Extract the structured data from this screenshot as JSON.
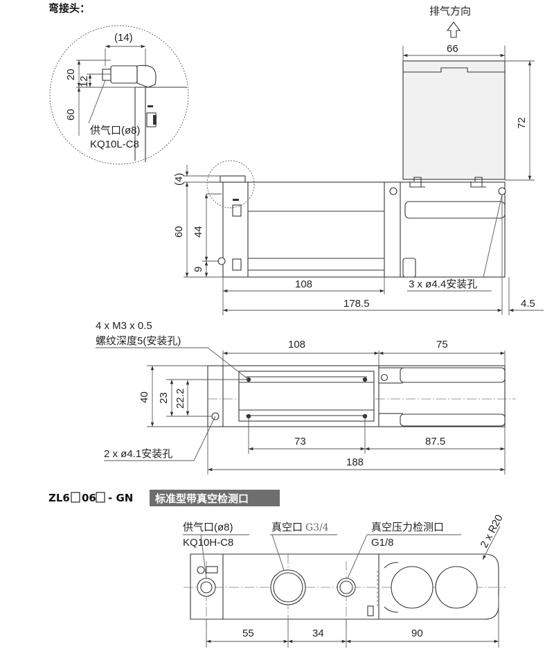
{
  "header": {
    "elbow_title": "弯接头：",
    "exhaust_label": "排气方向",
    "exhaust_arrow_icon": "up-arrow-icon"
  },
  "detail_view": {
    "dim_14": "(14)",
    "dim_20": "20",
    "dim_12": "12",
    "dim_60": "60",
    "supply_label": "供气口(ø8)",
    "fitting_code": "KQ10L-C8"
  },
  "side_view": {
    "dim_66": "66",
    "dim_72": "72",
    "dim_4": "(4)",
    "dim_60": "60",
    "dim_44": "44",
    "dim_9": "9",
    "dim_108": "108",
    "holes_label": "3 x ø4.4安装孔",
    "dim_178_5": "178.5",
    "dim_4_5": "4.5"
  },
  "top_view": {
    "thread_label": "4 x M3 x 0.5",
    "thread_depth_label": "螺纹深度5(安装孔)",
    "dim_108": "108",
    "dim_75": "75",
    "dim_40": "40",
    "dim_23": "23",
    "dim_22_2": "22.2",
    "holes_label": "2 x ø4.1安装孔",
    "dim_73": "73",
    "dim_87_5": "87.5",
    "dim_188": "188"
  },
  "model_section": {
    "model_code": "ZL6",
    "model_mid": "06",
    "model_suffix": "- GN",
    "model_tag": "标准型带真空检测口",
    "supply_label": "供气口(ø8)",
    "supply_code": "KQ10H-C8",
    "vacuum_label": "真空口",
    "vacuum_code": "G3/4",
    "sensor_label": "真空压力检测口",
    "sensor_code": "G1/8",
    "radius_label": "2 x R20",
    "dim_55": "55",
    "dim_34": "34",
    "dim_90": "90"
  },
  "colors": {
    "line": "#333333",
    "tag_bg": "#6e6e6e",
    "silencer_fill": "#f1f1f1"
  }
}
